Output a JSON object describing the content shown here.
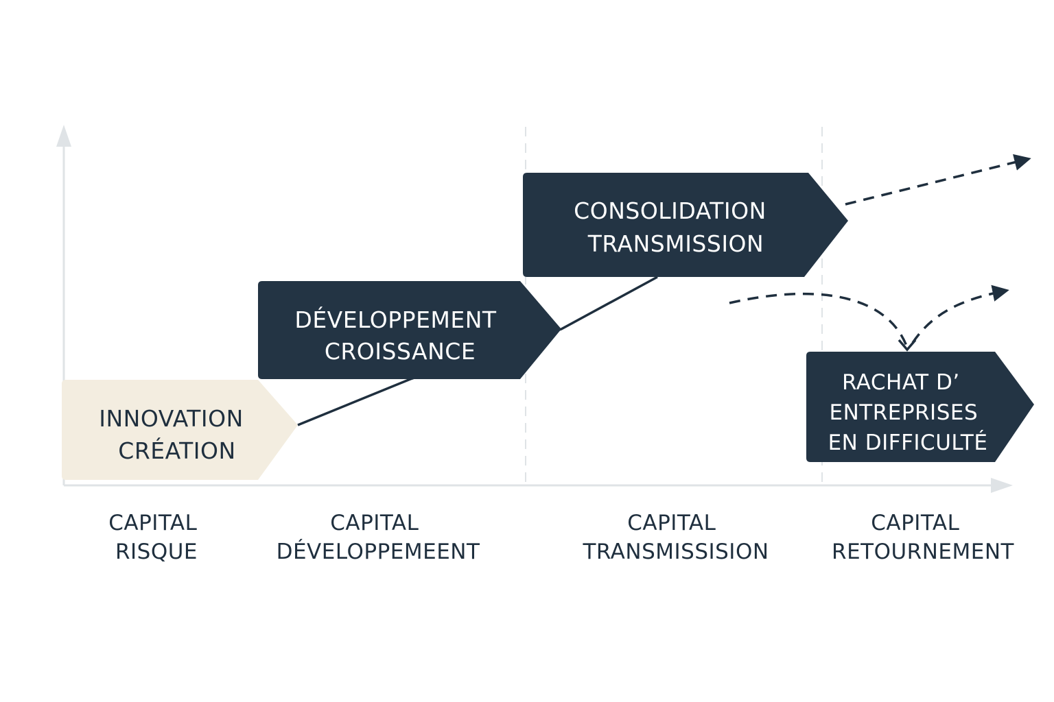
{
  "colors": {
    "dark_box": "#233444",
    "light_box": "#f3ede0",
    "axis": "#dfe3e6",
    "connector": "#1f2f3e",
    "text_dark": "#1f2f3e",
    "text_light": "#ffffff"
  },
  "stages": [
    {
      "id": "innovation",
      "lines": [
        "INNOVATION",
        "CRÉATION"
      ],
      "style": "light"
    },
    {
      "id": "developpement",
      "lines": [
        "DÉVELOPPEMENT",
        "CROISSANCE"
      ],
      "style": "dark"
    },
    {
      "id": "consolidation",
      "lines": [
        "CONSOLIDATION",
        "TRANSMISSION"
      ],
      "style": "dark"
    },
    {
      "id": "rachat",
      "lines": [
        "RACHAT D’",
        "ENTREPRISES",
        "EN DIFFICULTÉ"
      ],
      "style": "dark"
    }
  ],
  "categories": [
    {
      "id": "risque",
      "lines": [
        "CAPITAL",
        "RISQUE"
      ]
    },
    {
      "id": "developpement",
      "lines": [
        "CAPITAL",
        "DÉVELOPPEMEENT"
      ]
    },
    {
      "id": "transmission",
      "lines": [
        "CAPITAL",
        "TRANSMISSISION"
      ]
    },
    {
      "id": "retournement",
      "lines": [
        "CAPITAL",
        "RETOURNEMENT"
      ]
    }
  ],
  "icons": {
    "y_axis": "arrow-up-icon",
    "x_axis": "arrow-right-icon",
    "growth": "dashed-arrow-icon"
  }
}
